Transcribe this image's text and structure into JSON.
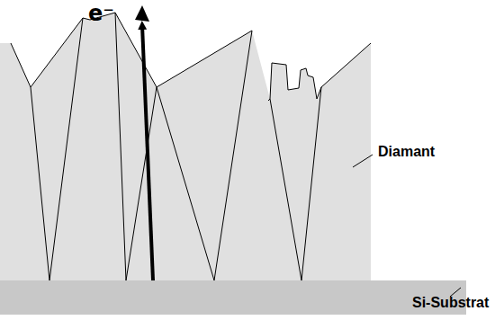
{
  "diagram": {
    "labels": [
      "e⁻",
      "Diamant",
      "Si-Substrat"
    ]
  }
}
